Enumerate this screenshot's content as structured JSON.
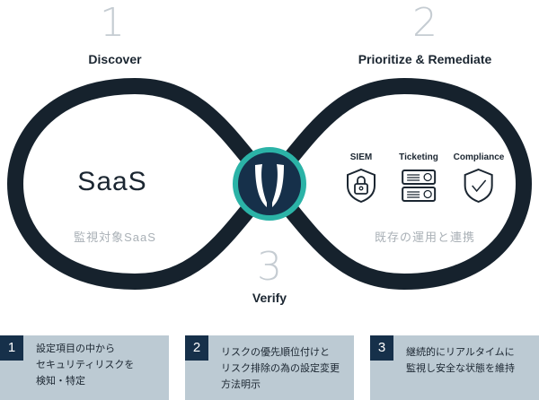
{
  "steps": [
    {
      "number": "1",
      "title": "Discover"
    },
    {
      "number": "2",
      "title": "Prioritize & Remediate"
    },
    {
      "number": "3",
      "title": "Verify"
    }
  ],
  "left": {
    "title": "SaaS",
    "subtitle": "監視対象SaaS"
  },
  "right": {
    "subtitle": "既存の運用と連携",
    "tools": [
      "SIEM",
      "Ticketing",
      "Compliance"
    ]
  },
  "colors": {
    "loop": "#16222d",
    "ring": "#2bb3a7",
    "core": "#16304a",
    "box": "#bccad3"
  },
  "boxes": [
    {
      "number": "1",
      "text": "設定項目の中から\nセキュリティリスクを\n検知・特定"
    },
    {
      "number": "2",
      "text": "リスクの優先順位付けと\nリスク排除の為の設定変更\n方法明示"
    },
    {
      "number": "3",
      "text": "継続的にリアルタイムに\n監視し安全な状態を維持"
    }
  ]
}
